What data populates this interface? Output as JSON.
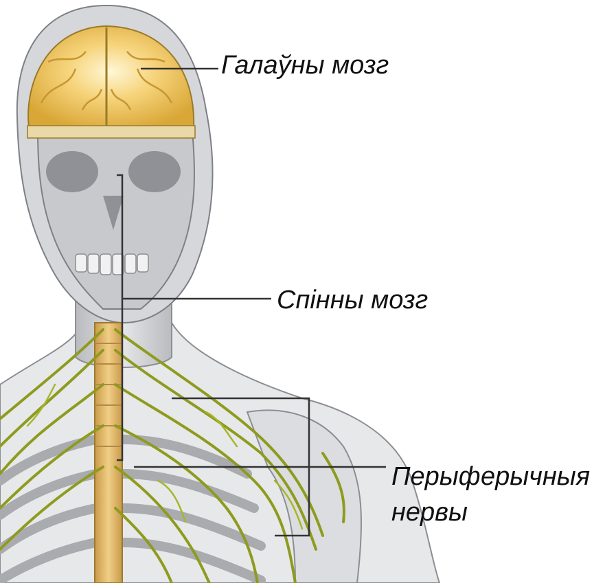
{
  "labels": {
    "brain": "Галаўны мозг",
    "spinal_cord": "Спінны мозг",
    "peripheral_nerves_line1": "Перыферычныя",
    "peripheral_nerves_line2": "нервы"
  },
  "colors": {
    "background": "#ffffff",
    "skin": "#d9dadc",
    "bone": "#cfd0d2",
    "brain": "#f2c65a",
    "spinal_cord": "#e0b86a",
    "nerves": "#8e9b1e",
    "leader_line": "#333333",
    "text": "#111111"
  }
}
